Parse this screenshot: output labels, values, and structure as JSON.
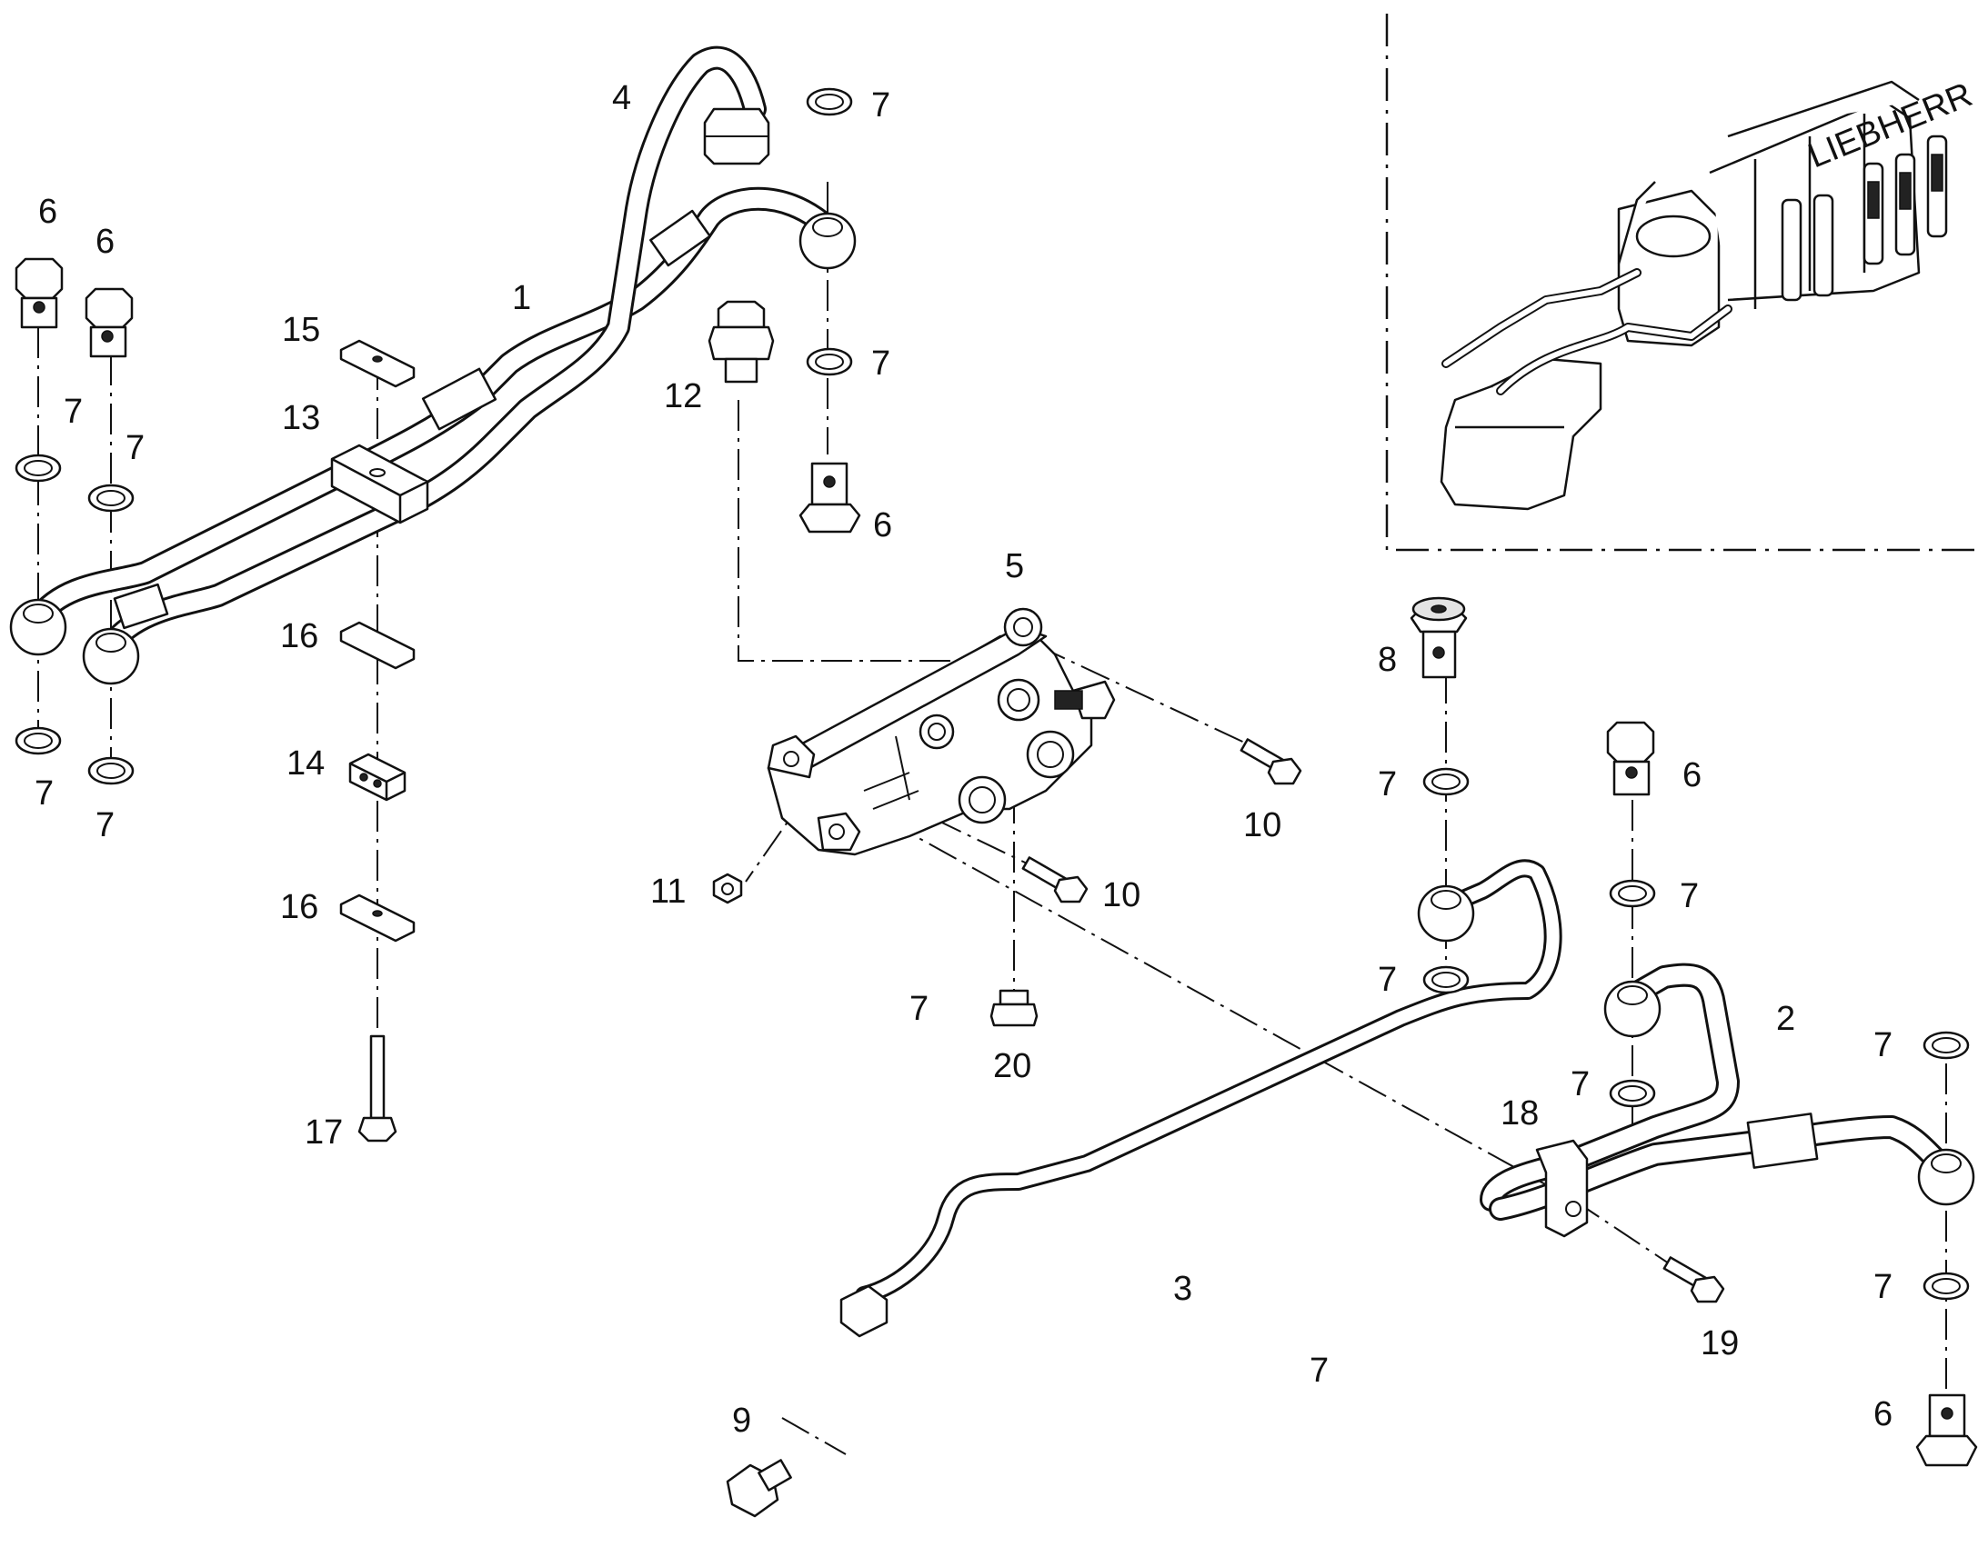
{
  "callouts": [
    {
      "id": "c1",
      "label": "1"
    },
    {
      "id": "c2",
      "label": "2"
    },
    {
      "id": "c3",
      "label": "3"
    },
    {
      "id": "c4",
      "label": "4"
    },
    {
      "id": "c5",
      "label": "5"
    },
    {
      "id": "c6a",
      "label": "6"
    },
    {
      "id": "c6b",
      "label": "6"
    },
    {
      "id": "c6c",
      "label": "6"
    },
    {
      "id": "c6d",
      "label": "6"
    },
    {
      "id": "c6e",
      "label": "6"
    },
    {
      "id": "c7a",
      "label": "7"
    },
    {
      "id": "c7b",
      "label": "7"
    },
    {
      "id": "c7c",
      "label": "7"
    },
    {
      "id": "c7d",
      "label": "7"
    },
    {
      "id": "c7e",
      "label": "7"
    },
    {
      "id": "c7f",
      "label": "7"
    },
    {
      "id": "c7g",
      "label": "7"
    },
    {
      "id": "c7h",
      "label": "7"
    },
    {
      "id": "c7i",
      "label": "7"
    },
    {
      "id": "c7j",
      "label": "7"
    },
    {
      "id": "c7k",
      "label": "7"
    },
    {
      "id": "c7l",
      "label": "7"
    },
    {
      "id": "c7m",
      "label": "7"
    },
    {
      "id": "c7n",
      "label": "7"
    },
    {
      "id": "c8",
      "label": "8"
    },
    {
      "id": "c9",
      "label": "9"
    },
    {
      "id": "c10a",
      "label": "10"
    },
    {
      "id": "c10b",
      "label": "10"
    },
    {
      "id": "c11",
      "label": "11"
    },
    {
      "id": "c12",
      "label": "12"
    },
    {
      "id": "c13",
      "label": "13"
    },
    {
      "id": "c14",
      "label": "14"
    },
    {
      "id": "c15",
      "label": "15"
    },
    {
      "id": "c16a",
      "label": "16"
    },
    {
      "id": "c16b",
      "label": "16"
    },
    {
      "id": "c17",
      "label": "17"
    },
    {
      "id": "c18",
      "label": "18"
    },
    {
      "id": "c19",
      "label": "19"
    },
    {
      "id": "c20",
      "label": "20"
    }
  ],
  "inset": {
    "brand_text": "LIEBHERR"
  }
}
